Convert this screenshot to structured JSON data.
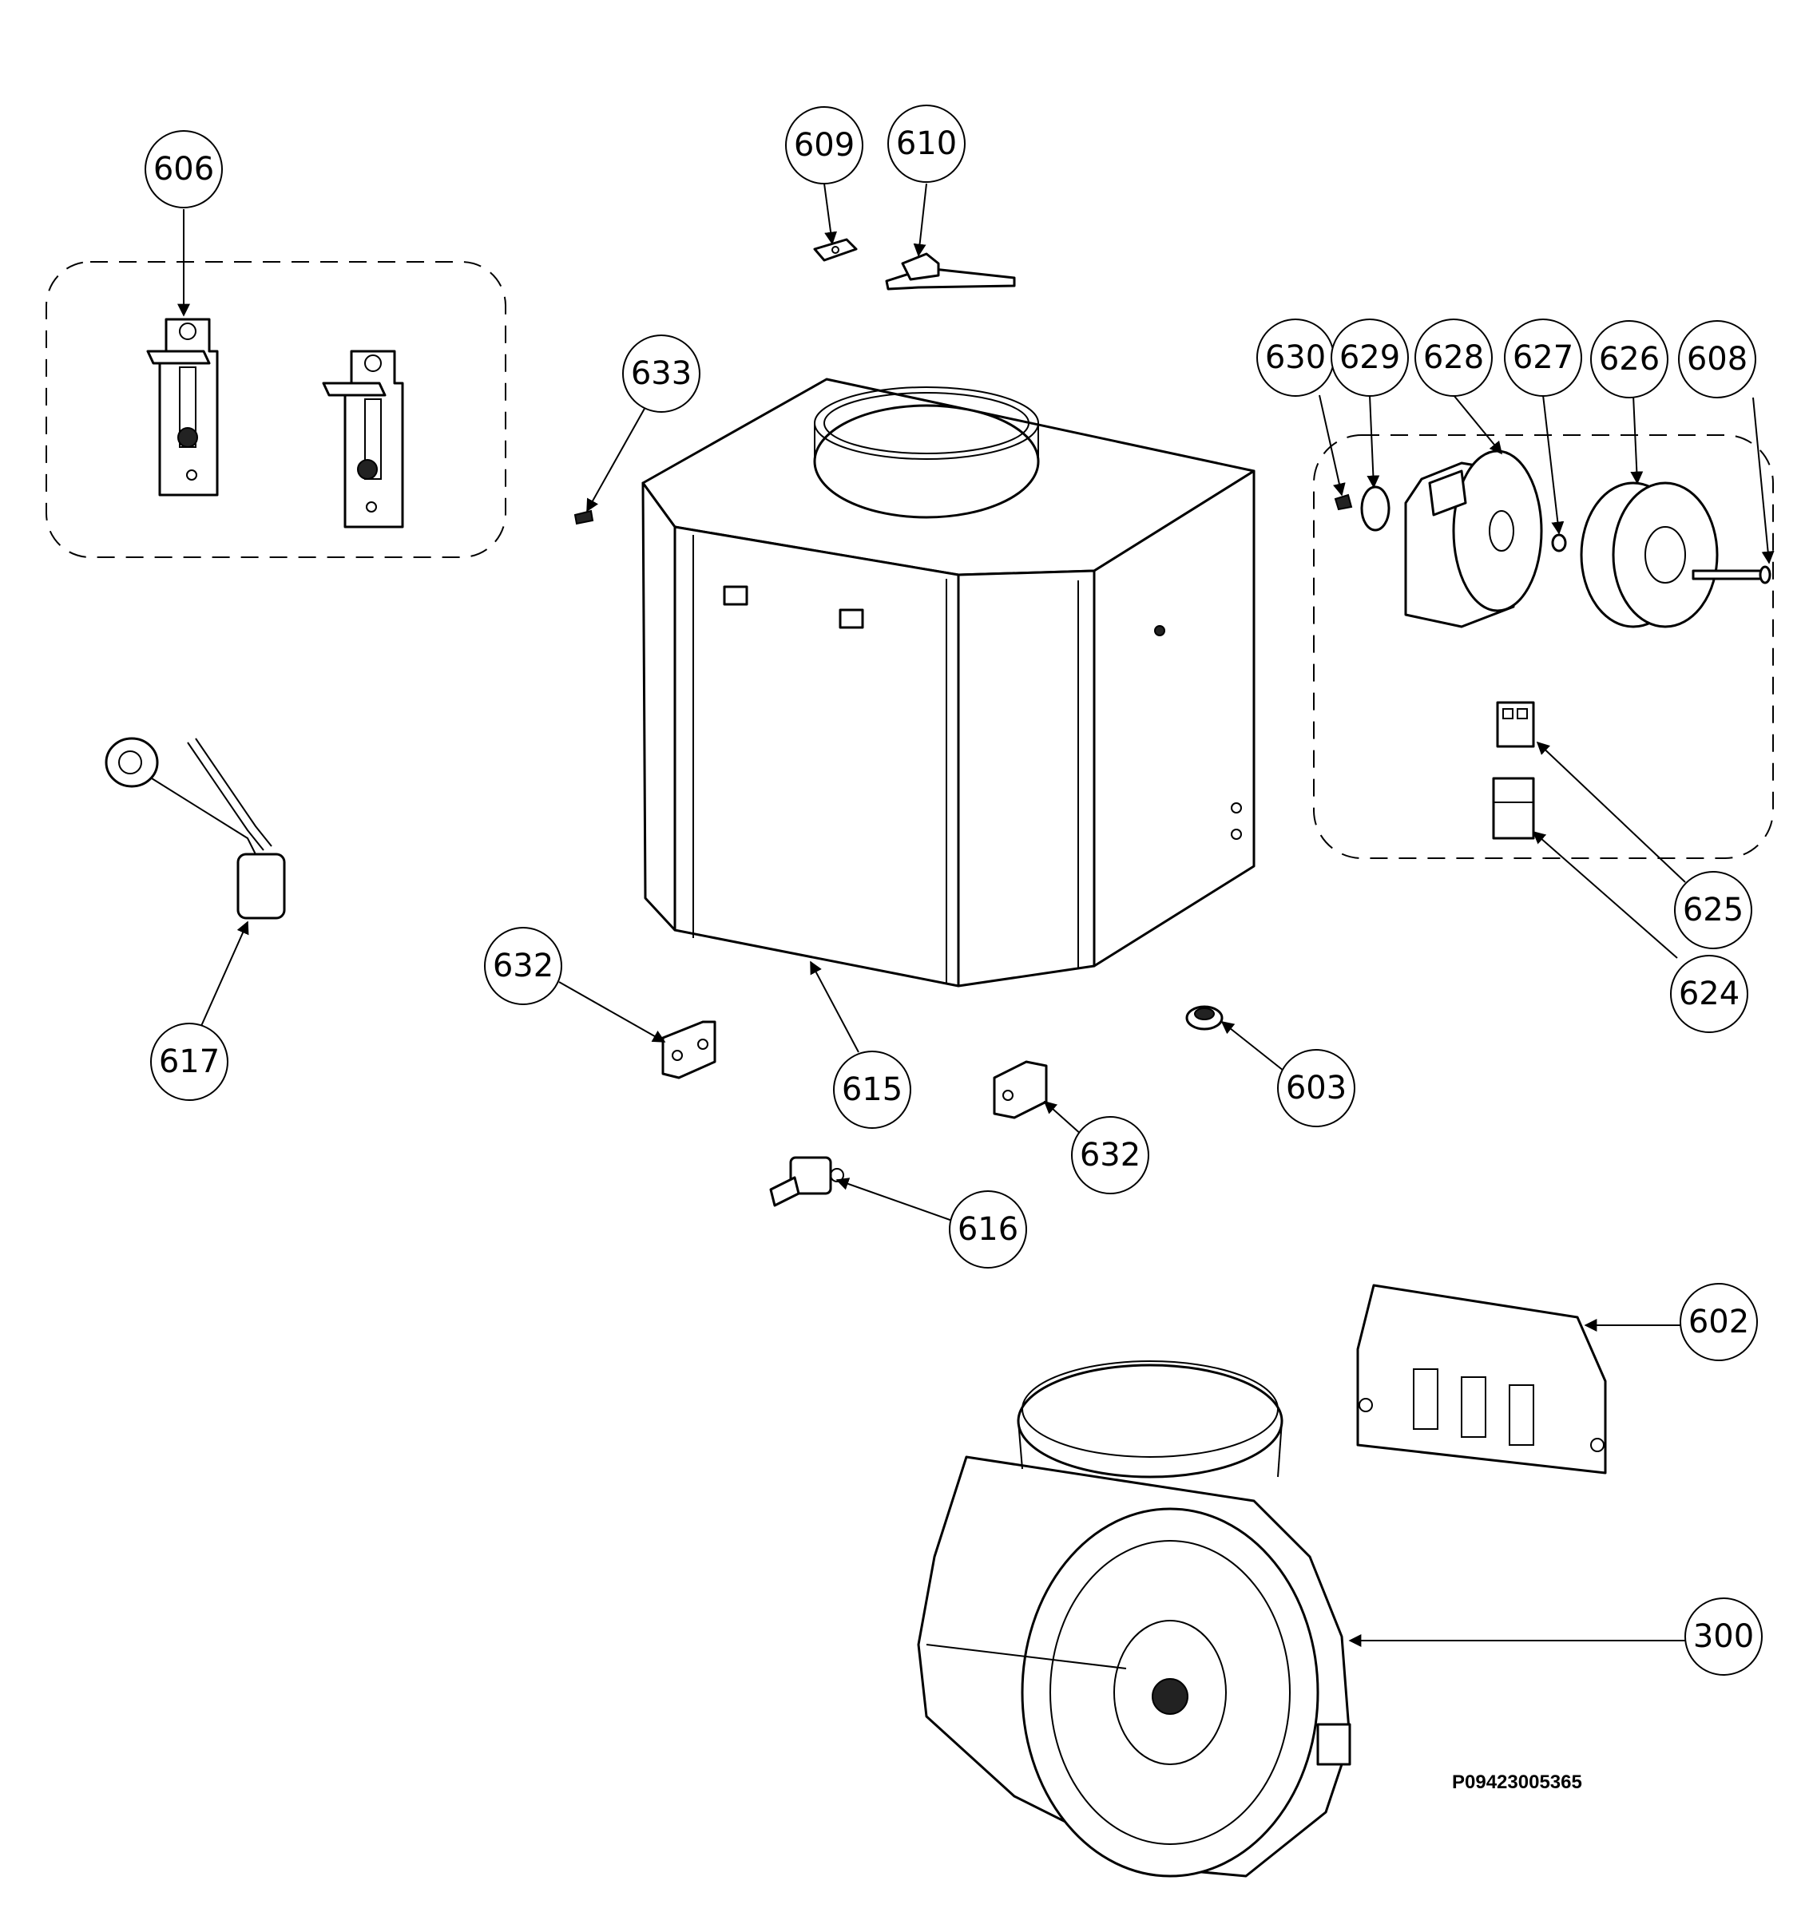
{
  "callouts": {
    "c606": "606",
    "c609": "609",
    "c610": "610",
    "c633": "633",
    "c630": "630",
    "c629": "629",
    "c628": "628",
    "c627": "627",
    "c626": "626",
    "c608": "608",
    "c625": "625",
    "c624": "624",
    "c617": "617",
    "c632a": "632",
    "c615": "615",
    "c632b": "632",
    "c603": "603",
    "c616": "616",
    "c602": "602",
    "c300": "300"
  },
  "drawing_id": "P09423005365"
}
